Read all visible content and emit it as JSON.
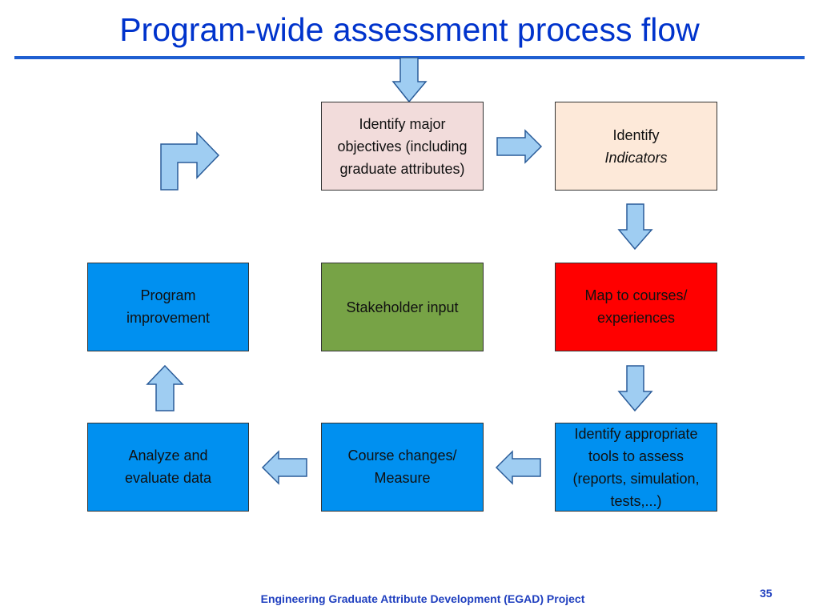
{
  "slide": {
    "title": "Program-wide assessment process flow",
    "footer": "Engineering Graduate Attribute Development (EGAD) Project",
    "page_number": "35"
  },
  "colors": {
    "title": "#0033cc",
    "rule": "#1f5fd1",
    "arrow_fill": "#9fcdf2",
    "arrow_stroke": "#2a5c99",
    "box_pink": "#f2dcdb",
    "box_peach": "#fde9d9",
    "box_blue": "#0090f0",
    "box_green": "#77a346",
    "box_red": "#ff0000"
  },
  "boxes": {
    "objectives": {
      "line1": "Identify major",
      "line2": "objectives (including",
      "line3": "graduate attributes)"
    },
    "indicators": {
      "line1": "Identify",
      "line2": "Indicators"
    },
    "map": {
      "line1": "Map to courses/",
      "line2": "experiences"
    },
    "stakeholder": {
      "line1": "Stakeholder input"
    },
    "program": {
      "line1": "Program",
      "line2": "improvement"
    },
    "tools": {
      "line1": "Identify appropriate",
      "line2": "tools to assess",
      "line3": "(reports, simulation,",
      "line4": "tests,...)"
    },
    "course": {
      "line1": "Course changes/",
      "line2": "Measure"
    },
    "analyze": {
      "line1": "Analyze and",
      "line2": "evaluate data"
    }
  }
}
